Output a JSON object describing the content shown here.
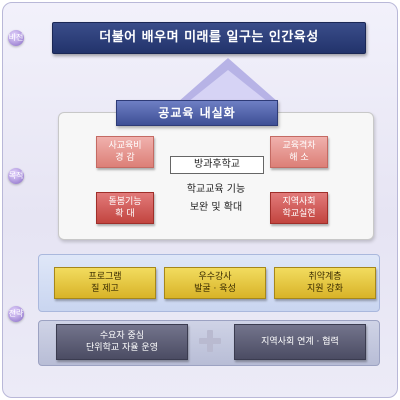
{
  "side_labels": {
    "vision": "비전",
    "goal": "목적",
    "strategy": "전략"
  },
  "vision": "더불어 배우며 미래를 일구는 인간육성",
  "goal": {
    "header": "공교육 내실화",
    "top_left": [
      "사교육비",
      "경 감"
    ],
    "top_right": [
      "교육격차",
      "해 소"
    ],
    "bottom_left": [
      "돌봄기능",
      "확 대"
    ],
    "bottom_right": [
      "지역사회",
      "학교실현"
    ],
    "center_title": "방과후학교",
    "center_line1": "학교교육 기능",
    "center_line2": "보완 및 확대"
  },
  "strategy": {
    "items": [
      [
        "프로그램",
        "질 제고"
      ],
      [
        "우수강사",
        "발굴 · 육성"
      ],
      [
        "취약계층",
        "지원 강화"
      ]
    ]
  },
  "foundation": {
    "left": [
      "수요자 중심",
      "단위학교 자율 운영"
    ],
    "right": "지역사회 연계 · 협력"
  },
  "colors": {
    "vision_bg": "#22336b",
    "goal_red": "#c2453f",
    "strategy_gold": "#d8b328",
    "foundation_dark": "#4b4c63"
  }
}
